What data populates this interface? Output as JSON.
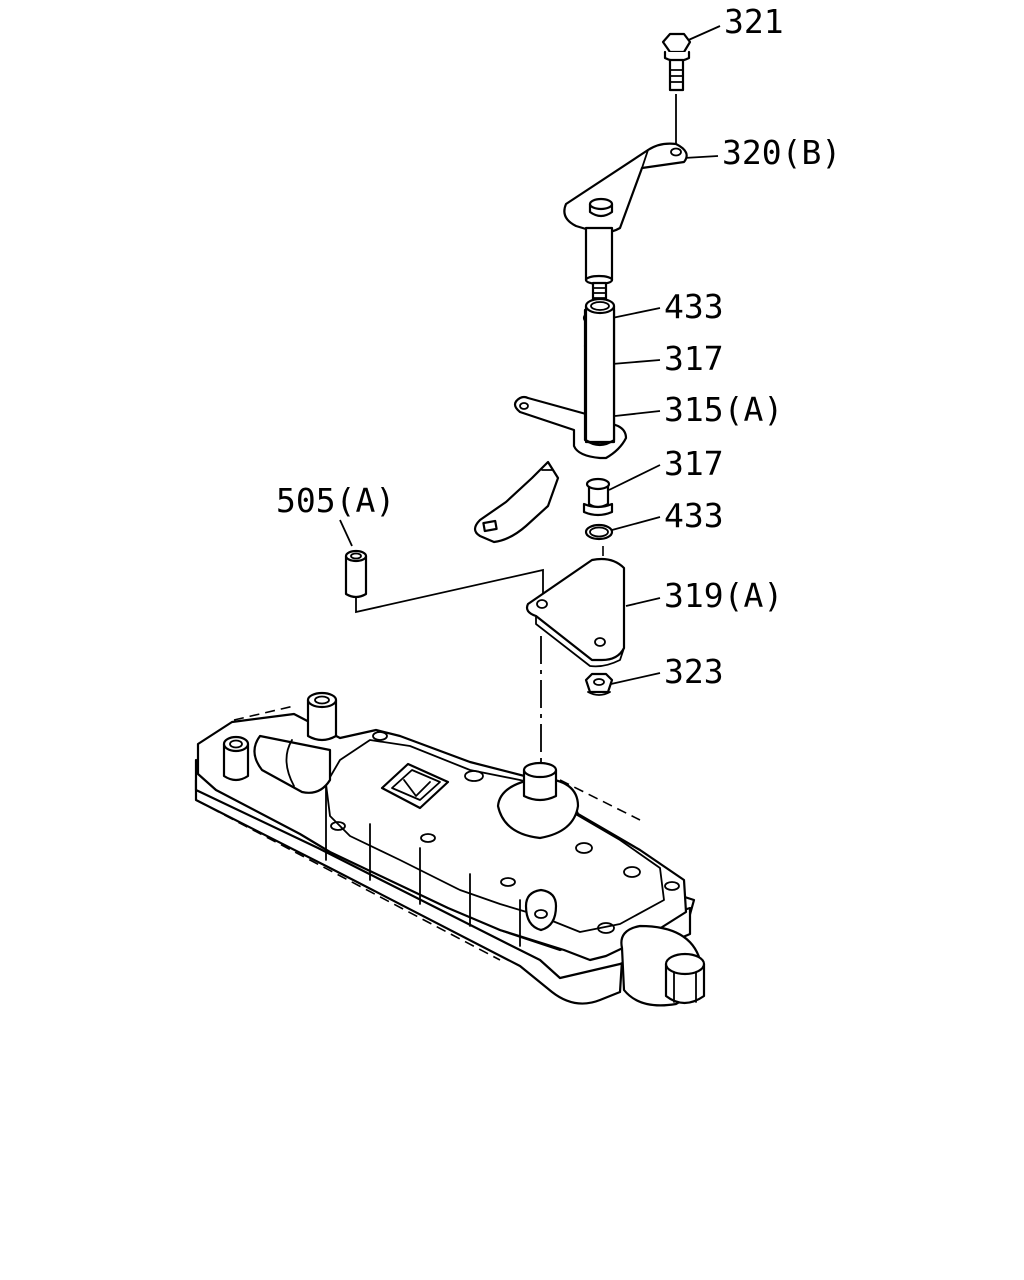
{
  "callouts": {
    "c321": "321",
    "c320b": "320(B)",
    "c433_top": "433",
    "c317_top": "317",
    "c315a": "315(A)",
    "c317_mid": "317",
    "c433_mid": "433",
    "c505a": "505(A)",
    "c319a": "319(A)",
    "c323": "323"
  }
}
